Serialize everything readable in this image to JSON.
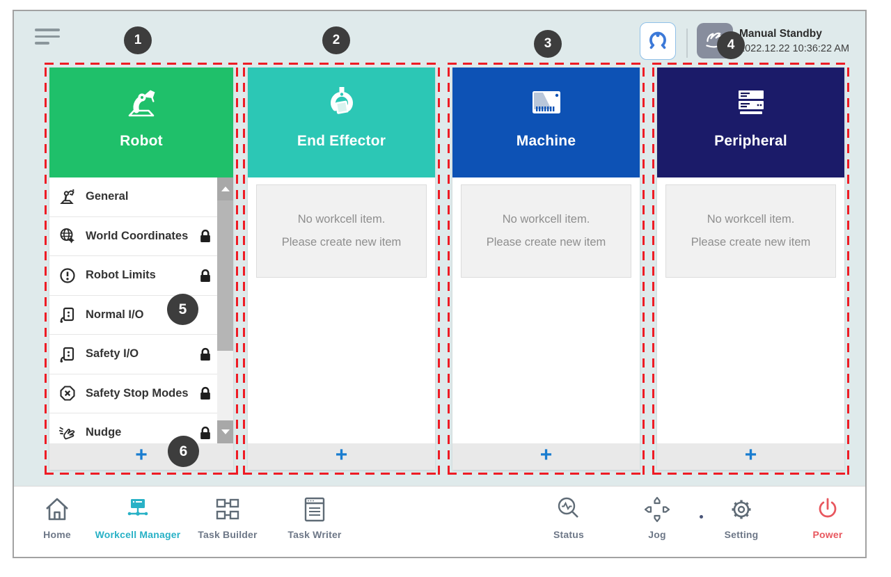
{
  "topbar": {
    "mode_label": "Manual Standby",
    "timestamp": "2022.12.22 10:36:22 AM"
  },
  "annotations": [
    "1",
    "2",
    "3",
    "4",
    "5",
    "6"
  ],
  "empty_message": {
    "line1": "No workcell item.",
    "line2": "Please create new item"
  },
  "columns": [
    {
      "title": "Robot",
      "icon": "robot-arm-icon",
      "header_color": "#1fc06a",
      "items": [
        {
          "label": "General",
          "icon": "general-icon",
          "locked": false
        },
        {
          "label": "World Coordinates",
          "icon": "world-coordinates-icon",
          "locked": true
        },
        {
          "label": "Robot Limits",
          "icon": "robot-limits-icon",
          "locked": true
        },
        {
          "label": "Normal I/O",
          "icon": "io-icon",
          "locked": false
        },
        {
          "label": "Safety I/O",
          "icon": "io-icon",
          "locked": true
        },
        {
          "label": "Safety Stop Modes",
          "icon": "stop-modes-icon",
          "locked": true
        },
        {
          "label": "Nudge",
          "icon": "nudge-icon",
          "locked": true
        }
      ],
      "add_label": "+"
    },
    {
      "title": "End Effector",
      "icon": "gripper-icon",
      "header_color": "#2cc7b5",
      "add_label": "+"
    },
    {
      "title": "Machine",
      "icon": "machine-icon",
      "header_color": "#0d52b5",
      "add_label": "+"
    },
    {
      "title": "Peripheral",
      "icon": "peripheral-icon",
      "header_color": "#1b1b69",
      "add_label": "+"
    }
  ],
  "nav": {
    "items": [
      {
        "label": "Home",
        "icon": "home-icon",
        "active": false
      },
      {
        "label": "Workcell Manager",
        "icon": "workcell-manager-icon",
        "active": true
      },
      {
        "label": "Task Builder",
        "icon": "task-builder-icon",
        "active": false
      },
      {
        "label": "Task Writer",
        "icon": "task-writer-icon",
        "active": false
      },
      {
        "label": "Status",
        "icon": "status-icon",
        "active": false
      },
      {
        "label": "Jog",
        "icon": "jog-icon",
        "active": false
      },
      {
        "label": "Setting",
        "icon": "setting-icon",
        "active": false
      },
      {
        "label": "Power",
        "icon": "power-icon",
        "active": false
      }
    ]
  },
  "colors": {
    "background": "#dfeaeb",
    "robot_header": "#1fc06a",
    "end_effector_header": "#2cc7b5",
    "machine_header": "#0d52b5",
    "peripheral_header": "#1b1b69",
    "annotation_red": "#ee1c25",
    "annotation_badge": "#3d3d3d",
    "add_button_blue": "#1a7dd0",
    "active_nav_teal": "#28b1c6",
    "power_red": "#e8575e"
  }
}
